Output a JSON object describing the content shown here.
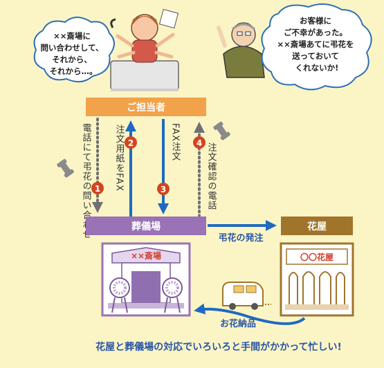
{
  "bubble_left": {
    "lines": [
      "××斎場に",
      "問い合わせして、",
      "それから、",
      "それから…。"
    ]
  },
  "bubble_right": {
    "lines": [
      "お客様に",
      "ご不幸があった。",
      "××斎場あてに弔花を",
      "送っておいて",
      "くれないか!"
    ]
  },
  "boxes": {
    "tantousha": "ご担当者",
    "sougijo": "葬儀場",
    "hanaya": "花屋"
  },
  "buildings": {
    "saijo_sign": "××斎場",
    "flower_sign": "〇〇花屋"
  },
  "arrows": {
    "step1": {
      "num": "1",
      "text": "電話にて弔花の問い合わせ"
    },
    "step2": {
      "num": "2",
      "text": "注文用紙をFAX"
    },
    "step3": {
      "num": "3",
      "text": "FAX注文"
    },
    "step4": {
      "num": "4",
      "text": "注文確認の電話"
    }
  },
  "order_label": "弔花の発注",
  "delivery_label": "お花納品",
  "caption": "花屋と葬儀場の対応でいろいろと手間がかかって忙しい!",
  "colors": {
    "bg_panel": "#fbf5c6",
    "orange_box": "#f2a24a",
    "purple_box": "#9a72b6",
    "brown_box": "#a1742c",
    "blue_arrow": "#1f6ac0",
    "gray_arrow": "#707070",
    "step_red": "#d2451f",
    "bubble_fill": "#ffffff",
    "bubble_stroke": "#2f6fb6",
    "caption_color": "#2956a5"
  },
  "icons": [
    "phone-icon",
    "van-icon",
    "wreath-icon"
  ]
}
